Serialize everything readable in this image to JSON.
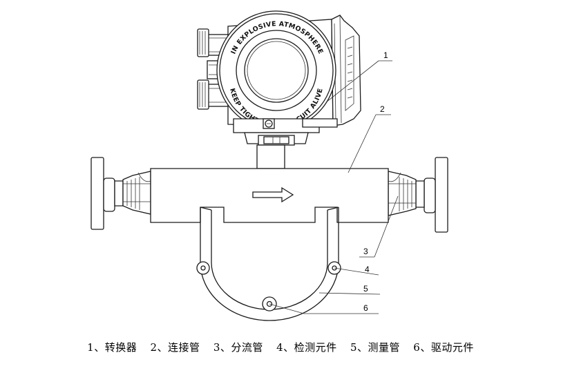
{
  "housing_text": {
    "top_arc": "IN EXPLOSIVE ATMOSPHERE",
    "bottom_arc": "KEEP TIGHT WHEN CIRCUIT ALIVE"
  },
  "callouts": [
    {
      "number": "1",
      "name": "转换器"
    },
    {
      "number": "2",
      "name": "连接管"
    },
    {
      "number": "3",
      "name": "分流管"
    },
    {
      "number": "4",
      "name": "检测元件"
    },
    {
      "number": "5",
      "name": "测量管"
    },
    {
      "number": "6",
      "name": "驱动元件"
    }
  ],
  "caption": [
    "1、转换器",
    "2、连接管",
    "3、分流管",
    "4、检测元件",
    "5、测量管",
    "6、驱动元件"
  ]
}
